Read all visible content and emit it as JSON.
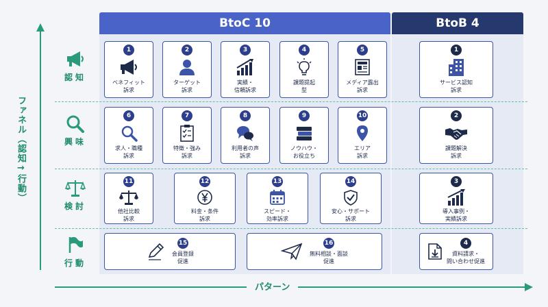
{
  "headers": {
    "btoc": "BtoC 10",
    "btob": "BtoB 4"
  },
  "axes": {
    "funnel": "ファネル（認知→行動）",
    "pattern": "パターン"
  },
  "stages": [
    {
      "label": "認知",
      "icon": "megaphone-icon"
    },
    {
      "label": "興味",
      "icon": "magnifier-icon"
    },
    {
      "label": "検討",
      "icon": "scale-icon"
    },
    {
      "label": "行動",
      "icon": "flag-icon"
    }
  ],
  "btoc_cards": [
    {
      "num": "1",
      "lines": [
        "ベネフィット",
        "訴求"
      ],
      "icon": "megaphone-icon"
    },
    {
      "num": "2",
      "lines": [
        "ターゲット",
        "訴求"
      ],
      "icon": "person-icon"
    },
    {
      "num": "3",
      "lines": [
        "実績・",
        "信頼訴求"
      ],
      "icon": "growth-chart-icon"
    },
    {
      "num": "4",
      "lines": [
        "課題提起",
        "型"
      ],
      "icon": "lightbulb-icon"
    },
    {
      "num": "5",
      "lines": [
        "メディア露出",
        "訴求"
      ],
      "icon": "newspaper-icon"
    },
    {
      "num": "6",
      "lines": [
        "求人・職種",
        "訴求"
      ],
      "icon": "magnifier-icon"
    },
    {
      "num": "7",
      "lines": [
        "特徴・強み",
        "訴求"
      ],
      "icon": "checklist-icon"
    },
    {
      "num": "8",
      "lines": [
        "利用者の声",
        "訴求"
      ],
      "icon": "speech-bubbles-icon"
    },
    {
      "num": "9",
      "lines": [
        "ノウハウ・",
        "お役立ち"
      ],
      "icon": "books-icon"
    },
    {
      "num": "10",
      "lines": [
        "エリア",
        "訴求"
      ],
      "icon": "map-pin-icon"
    },
    {
      "num": "11",
      "lines": [
        "他社比較",
        "訴求"
      ],
      "icon": "scale-icon"
    },
    {
      "num": "12",
      "lines": [
        "料金・条件",
        "訴求"
      ],
      "icon": "yen-icon"
    },
    {
      "num": "13",
      "lines": [
        "スピード・",
        "効率訴求"
      ],
      "icon": "calendar-icon"
    },
    {
      "num": "14",
      "lines": [
        "安心・サポート",
        "訴求"
      ],
      "icon": "shield-check-icon"
    },
    {
      "num": "15",
      "lines": [
        "会員登録",
        "促進"
      ],
      "icon": "pencil-icon"
    },
    {
      "num": "16",
      "lines": [
        "無料相談・面談",
        "促進"
      ],
      "icon": "paper-plane-icon"
    }
  ],
  "btob_cards": [
    {
      "num": "1",
      "lines": [
        "サービス認知",
        "訴求"
      ],
      "icon": "building-icon"
    },
    {
      "num": "2",
      "lines": [
        "課題解決",
        "訴求"
      ],
      "icon": "handshake-icon"
    },
    {
      "num": "3",
      "lines": [
        "導入事例・",
        "実績訴求"
      ],
      "icon": "growth-chart-icon"
    },
    {
      "num": "4",
      "lines": [
        "資料請求・",
        "問い合わせ促進"
      ],
      "icon": "document-download-icon"
    }
  ],
  "colors": {
    "btoc": "#4a63c9",
    "btob": "#26396f",
    "funnel": "#2a9a7d"
  }
}
